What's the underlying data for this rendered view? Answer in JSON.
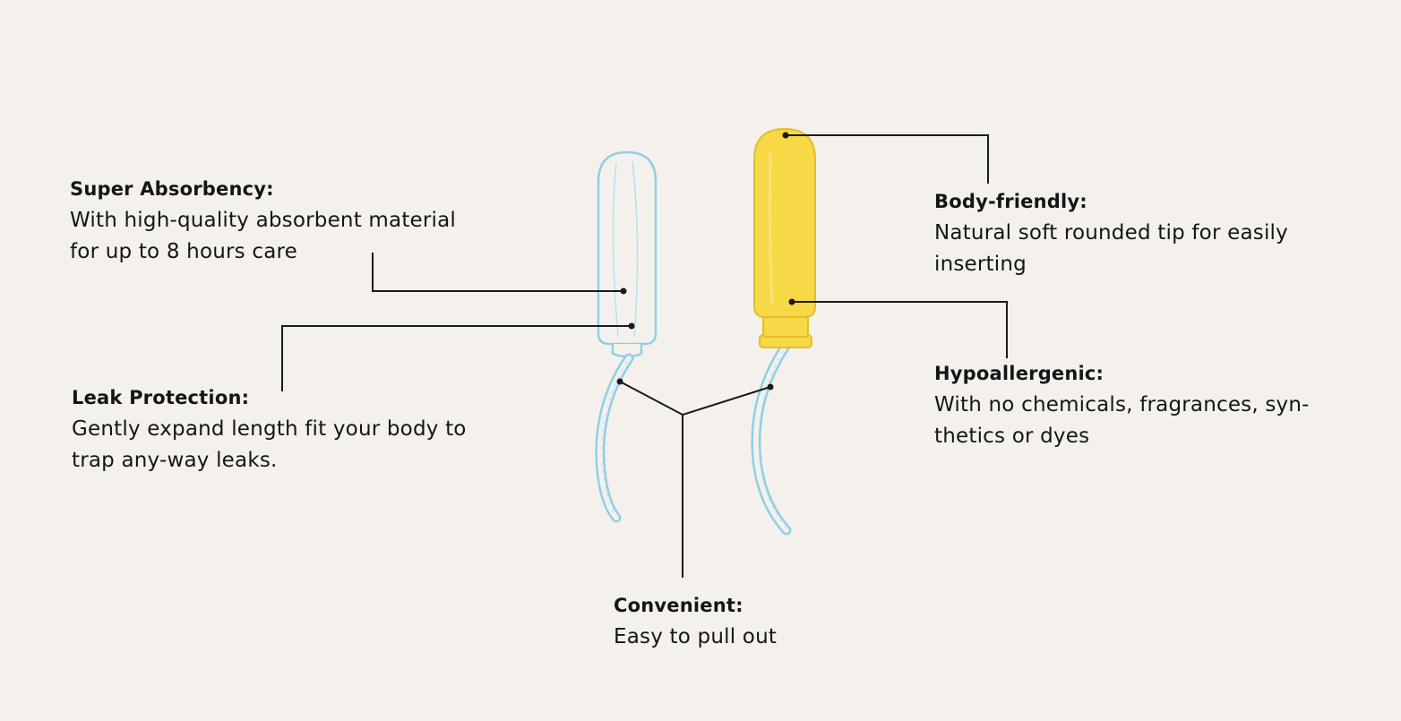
{
  "features": {
    "super_absorbency": {
      "title": "Super Absorbency:",
      "desc_line1": "With high-quality absorbent material",
      "desc_line2": "for up to 8 hours care"
    },
    "leak_protection": {
      "title": "Leak Protection:",
      "desc_line1": "Gently expand length fit your body to",
      "desc_line2": "trap any-way leaks."
    },
    "body_friendly": {
      "title": "Body-friendly:",
      "desc_line1": "Natural soft rounded tip for easily",
      "desc_line2": "inserting"
    },
    "hypoallergenic": {
      "title": "Hypoallergenic:",
      "desc_line1": "With no chemicals, fragrances, syn-",
      "desc_line2": "thetics or dyes"
    },
    "convenient": {
      "title": "Convenient:",
      "desc_line1": "Easy to pull out"
    }
  },
  "colors": {
    "background": "#f4f1ed",
    "blue_tampon_outline": "#8fcfe6",
    "yellow_tampon_fill": "#f7d846",
    "yellow_tampon_outline": "#e4bd2c",
    "leader_lines": "#1a1a1a"
  }
}
